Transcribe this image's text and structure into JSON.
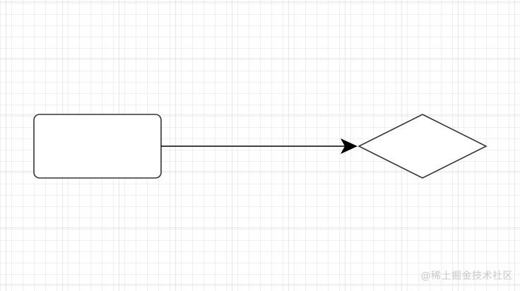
{
  "canvas": {
    "background_color": "#ffffff",
    "grid_color": "#e2e2e2",
    "grid_major_color": "#d0d0d0"
  },
  "shapes": {
    "process_box": {
      "type": "rounded-rectangle",
      "label": "",
      "stroke": "#333333",
      "fill": "#ffffff"
    },
    "decision_diamond": {
      "type": "diamond",
      "label": "",
      "stroke": "#333333",
      "fill": "#ffffff"
    },
    "connector": {
      "type": "arrow",
      "from": "process_box",
      "to": "decision_diamond",
      "stroke": "#000000"
    }
  },
  "watermark": {
    "text": "@稀土掘金技术社区"
  }
}
